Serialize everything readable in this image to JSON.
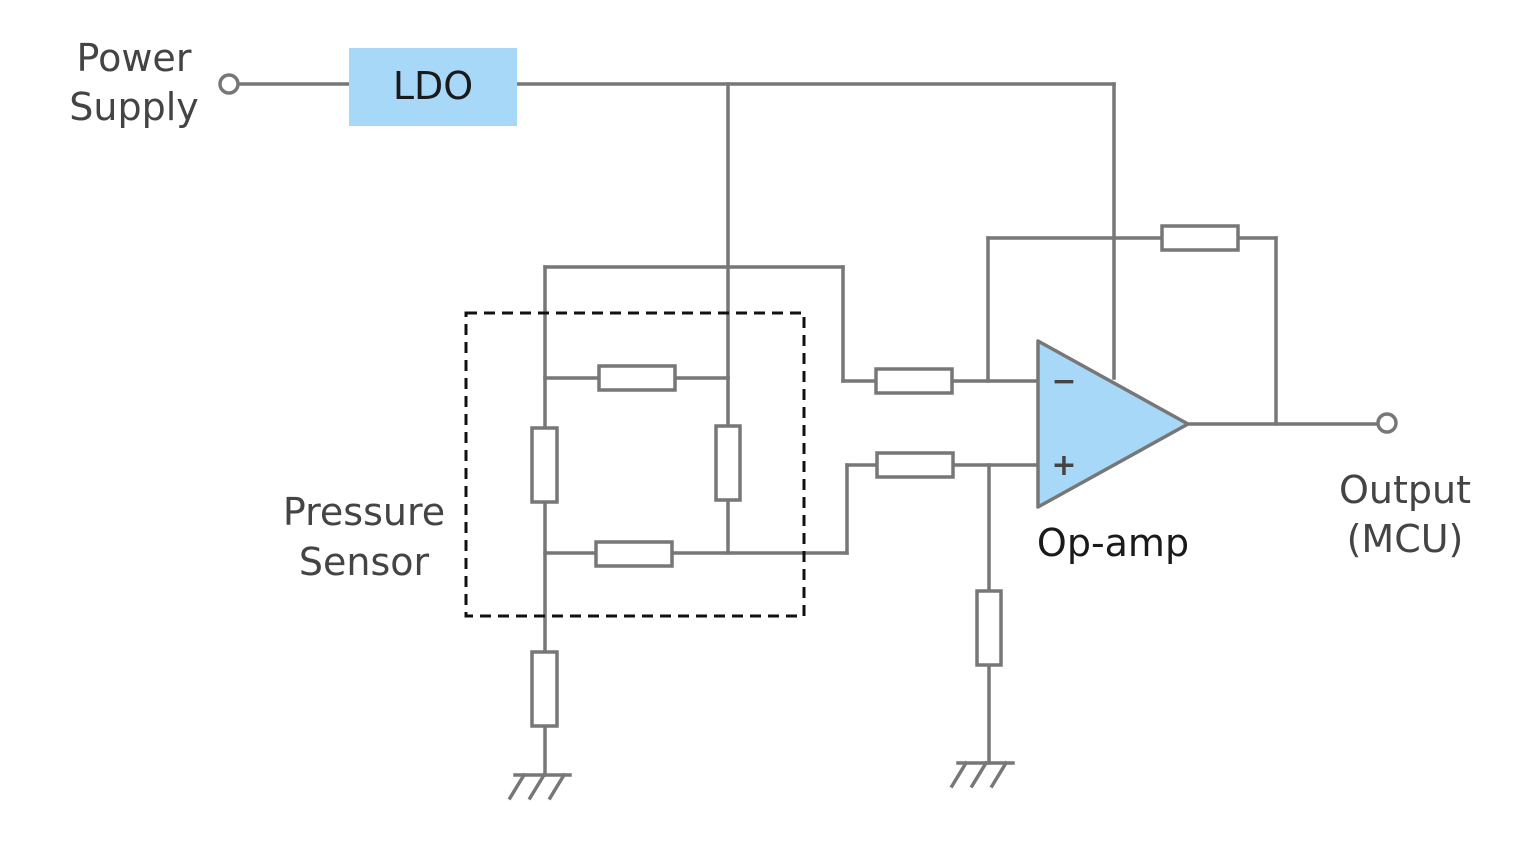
{
  "labels": {
    "power_supply_line1": "Power",
    "power_supply_line2": "Supply",
    "ldo": "LDO",
    "pressure_sensor_line1": "Pressure",
    "pressure_sensor_line2": "Sensor",
    "opamp": "Op-amp",
    "output_line1": "Output",
    "output_line2": "(MCU)",
    "minus_sign": "−",
    "plus_sign": "+"
  },
  "colors": {
    "wire": "#777777",
    "component_fill": "#a8d8f8",
    "text": "#444444",
    "sensor_boundary": "#111111"
  }
}
